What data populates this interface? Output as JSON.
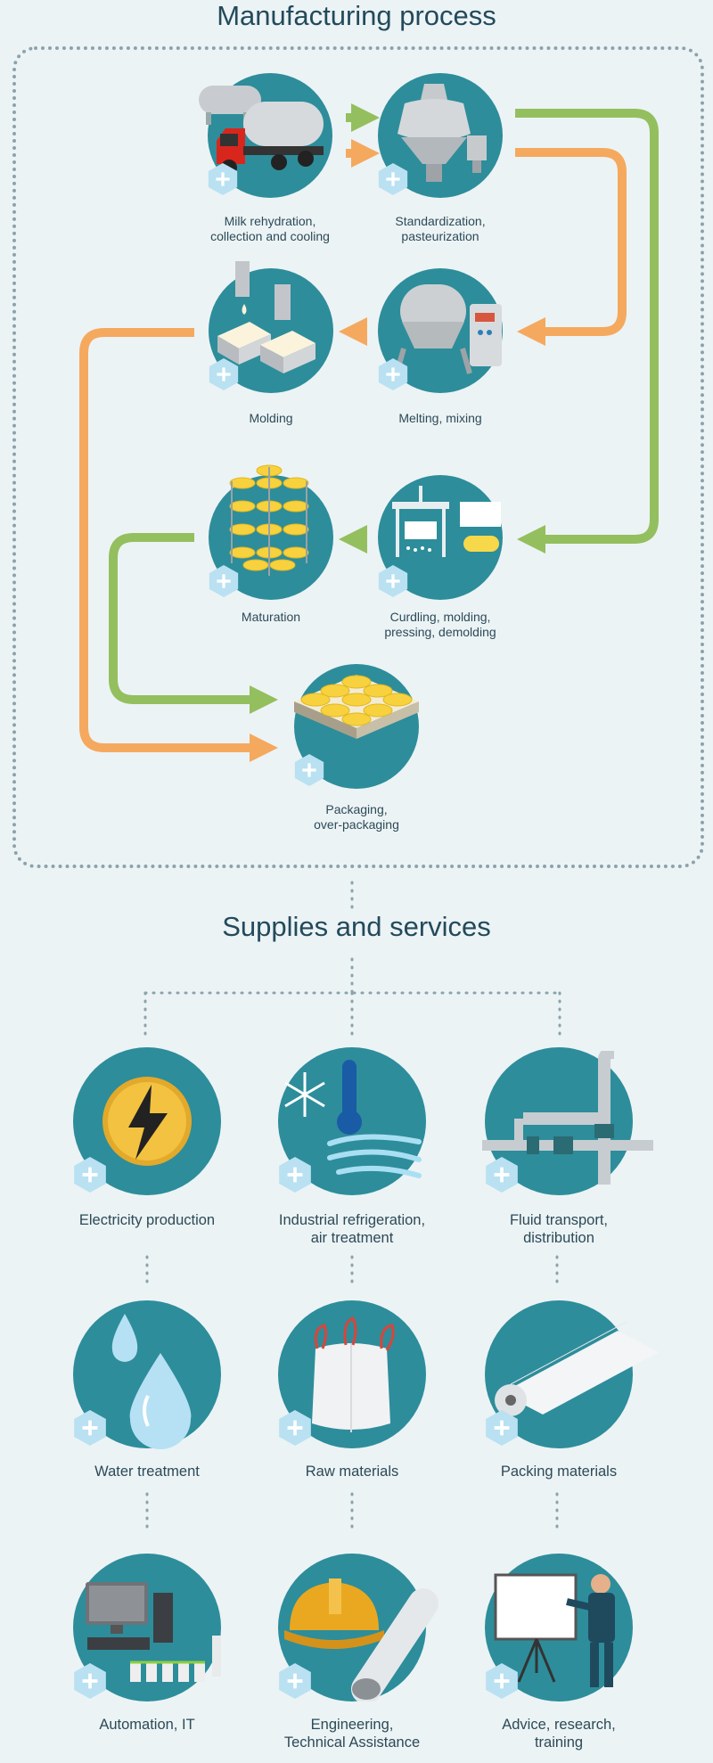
{
  "manufacturing_title": "Manufacturing process",
  "supplies_title": "Supplies and services",
  "process_steps": [
    {
      "id": "milk",
      "label": "Milk rehydration,\ncollection and cooling",
      "icon": "milk-truck-icon"
    },
    {
      "id": "standard",
      "label": "Standardization,\npasteurization",
      "icon": "separator-icon"
    },
    {
      "id": "melting",
      "label": "Melting, mixing",
      "icon": "mixer-icon"
    },
    {
      "id": "molding",
      "label": "Molding",
      "icon": "molds-icon"
    },
    {
      "id": "curdling",
      "label": "Curdling, molding,\npressing, demolding",
      "icon": "press-icon"
    },
    {
      "id": "maturation",
      "label": "Maturation",
      "icon": "cheese-rack-icon"
    },
    {
      "id": "packaging",
      "label": "Packaging,\nover-packaging",
      "icon": "cheese-tray-icon"
    }
  ],
  "services": [
    {
      "label": "Electricity production",
      "icon": "lightning-icon"
    },
    {
      "label": "Industrial refrigeration,\nair treatment",
      "icon": "snowflake-thermometer-icon"
    },
    {
      "label": "Fluid transport,\ndistribution",
      "icon": "pipes-icon"
    },
    {
      "label": "Water treatment",
      "icon": "water-drop-icon"
    },
    {
      "label": "Raw materials",
      "icon": "bulk-bag-icon"
    },
    {
      "label": "Packing materials",
      "icon": "film-roll-icon"
    },
    {
      "label": "Automation, IT",
      "icon": "computer-icon"
    },
    {
      "label": "Engineering,\nTechnical Assistance",
      "icon": "hard-hat-icon"
    },
    {
      "label": "Advice, research,\ntraining",
      "icon": "presenter-icon"
    }
  ],
  "colors": {
    "background": "#ecf3f5",
    "circle": "#2d8d9b",
    "plus": "#b9e1f2",
    "green_arrow": "#94bf5e",
    "orange_arrow": "#f5a95e",
    "title": "#234a5b",
    "dots": "#8aa3ac"
  }
}
